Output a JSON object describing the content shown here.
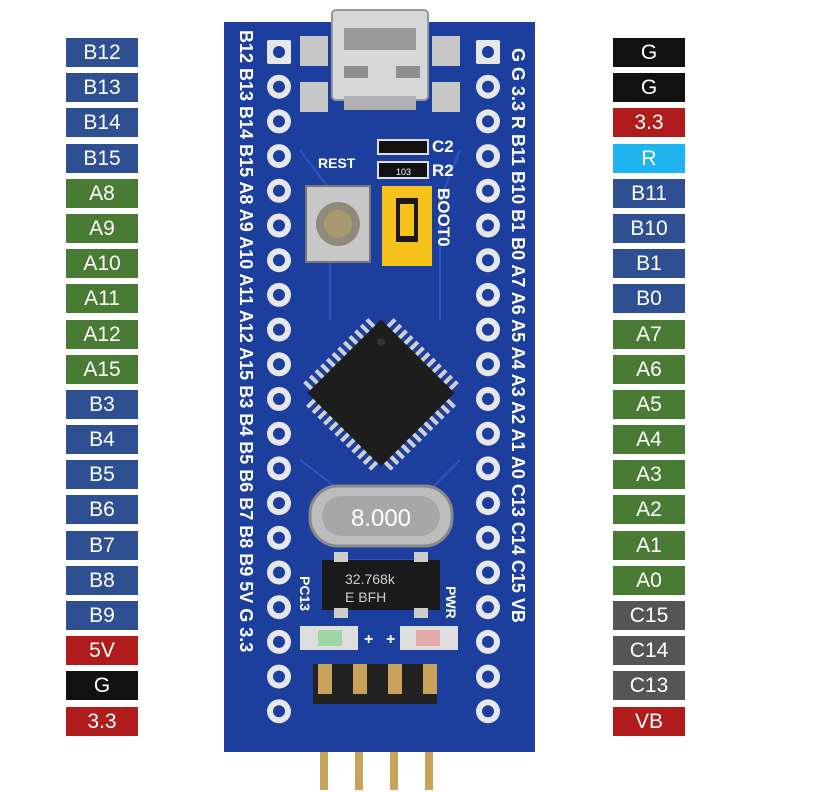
{
  "colors": {
    "B": "#2f4f93",
    "A": "#497b35",
    "C": "#555555",
    "power": "#b01b1b",
    "ground": "#111111",
    "reset": "#1fb4ef",
    "board": "#1c3f9e",
    "header_pin": "#c9a35a"
  },
  "left_pins": [
    {
      "label": "B12",
      "type": "B"
    },
    {
      "label": "B13",
      "type": "B"
    },
    {
      "label": "B14",
      "type": "B"
    },
    {
      "label": "B15",
      "type": "B"
    },
    {
      "label": "A8",
      "type": "A"
    },
    {
      "label": "A9",
      "type": "A"
    },
    {
      "label": "A10",
      "type": "A"
    },
    {
      "label": "A11",
      "type": "A"
    },
    {
      "label": "A12",
      "type": "A"
    },
    {
      "label": "A15",
      "type": "A"
    },
    {
      "label": "B3",
      "type": "B"
    },
    {
      "label": "B4",
      "type": "B"
    },
    {
      "label": "B5",
      "type": "B"
    },
    {
      "label": "B6",
      "type": "B"
    },
    {
      "label": "B7",
      "type": "B"
    },
    {
      "label": "B8",
      "type": "B"
    },
    {
      "label": "B9",
      "type": "B"
    },
    {
      "label": "5V",
      "type": "power"
    },
    {
      "label": "G",
      "type": "ground"
    },
    {
      "label": "3.3",
      "type": "power"
    }
  ],
  "right_pins": [
    {
      "label": "G",
      "type": "ground"
    },
    {
      "label": "G",
      "type": "ground"
    },
    {
      "label": "3.3",
      "type": "power"
    },
    {
      "label": "R",
      "type": "reset"
    },
    {
      "label": "B11",
      "type": "B"
    },
    {
      "label": "B10",
      "type": "B"
    },
    {
      "label": "B1",
      "type": "B"
    },
    {
      "label": "B0",
      "type": "B"
    },
    {
      "label": "A7",
      "type": "A"
    },
    {
      "label": "A6",
      "type": "A"
    },
    {
      "label": "A5",
      "type": "A"
    },
    {
      "label": "A4",
      "type": "A"
    },
    {
      "label": "A3",
      "type": "A"
    },
    {
      "label": "A2",
      "type": "A"
    },
    {
      "label": "A1",
      "type": "A"
    },
    {
      "label": "A0",
      "type": "A"
    },
    {
      "label": "C15",
      "type": "C"
    },
    {
      "label": "C14",
      "type": "C"
    },
    {
      "label": "C13",
      "type": "C"
    },
    {
      "label": "VB",
      "type": "power"
    }
  ],
  "board": {
    "silk_left": [
      "B12",
      "B13",
      "B14",
      "B15",
      "A8",
      "A9",
      "A10",
      "A11",
      "A12",
      "A15",
      "B3",
      "B4",
      "B5",
      "B6",
      "B7",
      "B8",
      "B9",
      "5V",
      "G",
      "3.3"
    ],
    "silk_right": [
      "G",
      "G",
      "3.3",
      "R",
      "B11",
      "B10",
      "B1",
      "B0",
      "A7",
      "A6",
      "A5",
      "A4",
      "A3",
      "A2",
      "A1",
      "A0",
      "C13",
      "C14",
      "C15",
      "VB"
    ],
    "reset_label": "REST",
    "boot_label": "BOOT0",
    "c2_label": "C2",
    "r2_label": "R2",
    "r2_value": "103",
    "crystal_label": "8.000",
    "rtc_line1": "32.768k",
    "rtc_line2": "E  BFH",
    "pc13_label": "PC13",
    "pwr_label": "PWR",
    "plus_sign": "+"
  }
}
